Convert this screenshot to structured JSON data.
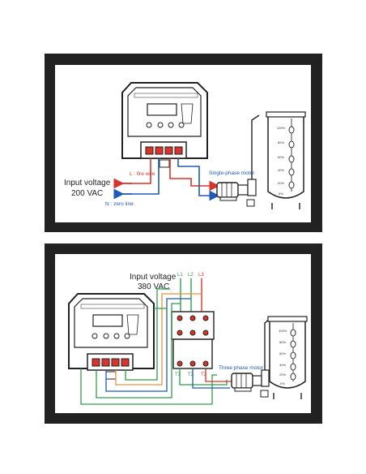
{
  "top_diagram": {
    "input_voltage_label": "Input voltage",
    "input_voltage_value": "200 VAC",
    "live_label": "L : fire wire",
    "neutral_label": "N : zero line",
    "motor_label": "Single-phase motor",
    "tank_levels": [
      "100%",
      "80%",
      "60%",
      "40%",
      "20%",
      "0%"
    ]
  },
  "bottom_diagram": {
    "input_voltage_label": "Input voltage",
    "input_voltage_value": "380 VAC",
    "line_labels": [
      "L1",
      "L2",
      "L3"
    ],
    "terminal_labels": [
      "T1",
      "T2",
      "T3"
    ],
    "motor_label": "Three phase motor",
    "tank_levels": [
      "100%",
      "80%",
      "60%",
      "40%",
      "20%",
      "0%"
    ]
  },
  "colors": {
    "frame": "#222222",
    "live_red": "#d9342b",
    "neutral_blue": "#1f5ab8",
    "green": "#2e9e4a",
    "orange": "#e8923a"
  },
  "icons": [
    "controller-unit",
    "pump-motor",
    "water-tank",
    "contactor"
  ]
}
